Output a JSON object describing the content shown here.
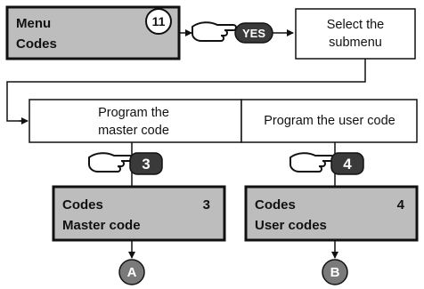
{
  "top_menu": {
    "line1": "Menu",
    "line2": "Codes",
    "step_badge": "11"
  },
  "yes_key": {
    "label": "YES",
    "icon": "hand-pointer-icon"
  },
  "select_box": {
    "line1": "Select the",
    "line2": "submenu"
  },
  "left_branch": {
    "box_line1": "Program the",
    "box_line2": "master code",
    "key_label": "3",
    "display_line1": "Codes",
    "display_number": "3",
    "display_line2": "Master code",
    "terminal": "A"
  },
  "right_branch": {
    "box_line1": "Program the user code",
    "key_label": "4",
    "display_line1": "Codes",
    "display_number": "4",
    "display_line2": "User codes",
    "terminal": "B"
  },
  "colors": {
    "lcd_fill": "#bdbdbd",
    "key_fill": "#3a3a3a",
    "terminal_fill": "#7a7a7a",
    "line": "#111111"
  }
}
